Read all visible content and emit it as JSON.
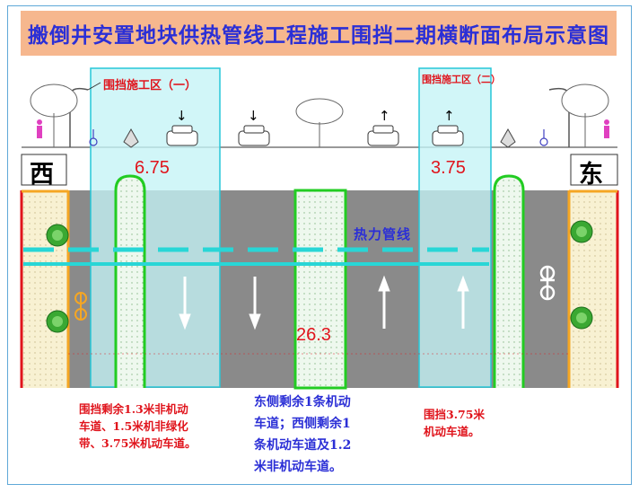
{
  "title": "搬倒井安置地块供热管线工程施工围挡二期横断面布局示意图",
  "zones": {
    "left_label": "围挡施工区（一）",
    "right_label": "围挡施工区（二）",
    "left_width": "6.75",
    "right_width": "3.75"
  },
  "directions": {
    "west": "西",
    "east": "东"
  },
  "road": {
    "total_width": "26.3",
    "pipe_label": "热力管线"
  },
  "lane_arrows": [
    "↓",
    "↓",
    "↑",
    "↑"
  ],
  "notes": {
    "left": [
      "围挡剩余1.3米非机动",
      "车道、1.5米机非绿化",
      "带、3.75米机动车道。"
    ],
    "center": [
      "东侧剩余1条机动",
      "车道；西侧剩余1",
      "条机动车道及1.2",
      "米非机动车道。"
    ],
    "right": [
      "围挡3.75米",
      "机动车道。"
    ]
  },
  "colors": {
    "title_bg": "#f6b78e",
    "title_text": "#2b2fd6",
    "zone_fill": "#c4f4f6",
    "zone_stroke": "#26c7d8",
    "road": "#8a8a8a",
    "median_green": "#22cc22",
    "pipe_dash": "#28d6d6",
    "sidewalk": "#f8f1d2",
    "curb_orange": "#f5a623",
    "label_red": "#e0141c"
  },
  "icons": [
    "tree-icon",
    "car-icon",
    "cyclist-icon",
    "pedestrian-icon",
    "street-lamp-icon",
    "bicycle-icon",
    "bush-icon"
  ]
}
